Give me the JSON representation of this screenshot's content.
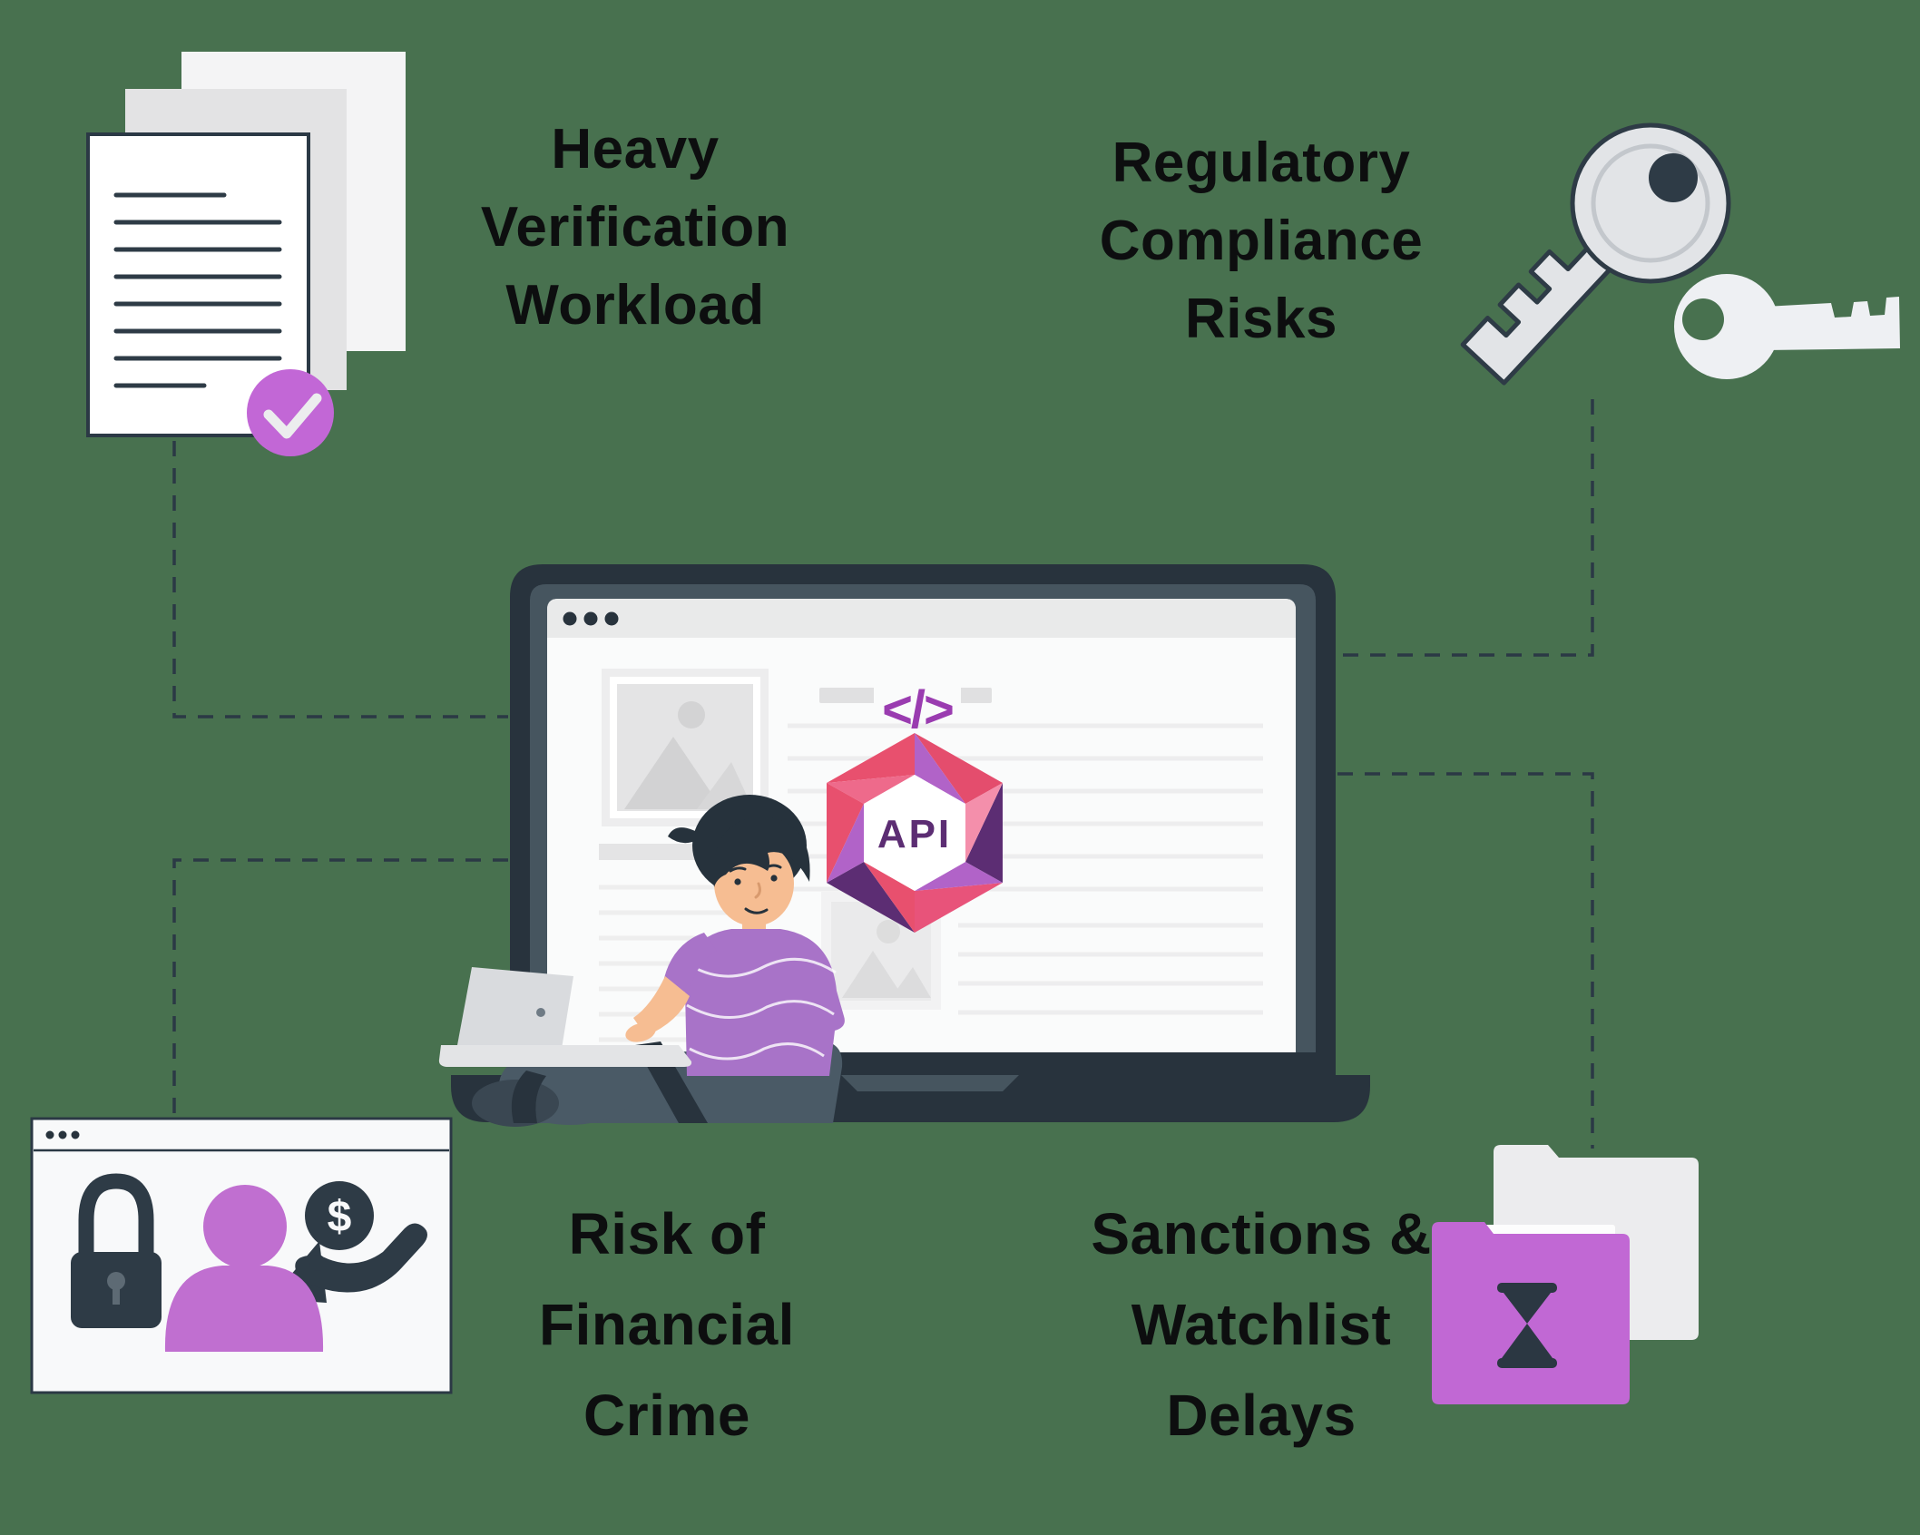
{
  "background_color": "#48714f",
  "labels": {
    "top_left": {
      "line1": "Heavy",
      "line2": "Verification",
      "line3": "Workload"
    },
    "top_right": {
      "line1": "Regulatory",
      "line2": "Compliance",
      "line3": "Risks"
    },
    "bottom_left": {
      "line1": "Risk of",
      "line2": "Financial",
      "line3": "Crime"
    },
    "bottom_right": {
      "line1": "Sanctions &",
      "line2": "Watchlist",
      "line3": "Delays"
    }
  },
  "laptop": {
    "api_logo_text": "API",
    "code_icon_text": "</>"
  },
  "financial_crime_window": {
    "dollar_symbol": "$"
  },
  "icons": [
    "documents-stack-icon",
    "check-circle-icon",
    "keys-icon",
    "api-hexagon-logo",
    "code-icon",
    "padlock-icon",
    "person-icon",
    "dollar-coin-icon",
    "hand-icon",
    "folders-icon",
    "hourglass-icon"
  ],
  "colors": {
    "background_green": "#48714f",
    "dark_slate": "#2b3945",
    "accent_purple": "#c06fd0",
    "shirt_purple": "#a873c8",
    "api_dark_purple": "#5c2d73",
    "api_red": "#e8506e",
    "api_pink": "#f48fab",
    "api_light_purple": "#b163c8",
    "code_icon_purple": "#9a3cb0"
  }
}
